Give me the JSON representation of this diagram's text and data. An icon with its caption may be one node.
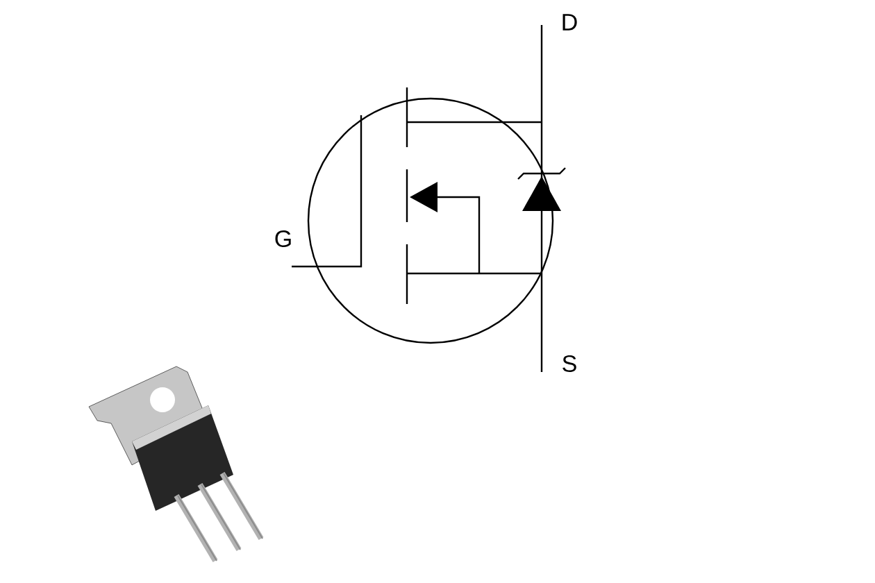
{
  "diagram": {
    "labels": [
      "D",
      "G",
      "S"
    ]
  }
}
